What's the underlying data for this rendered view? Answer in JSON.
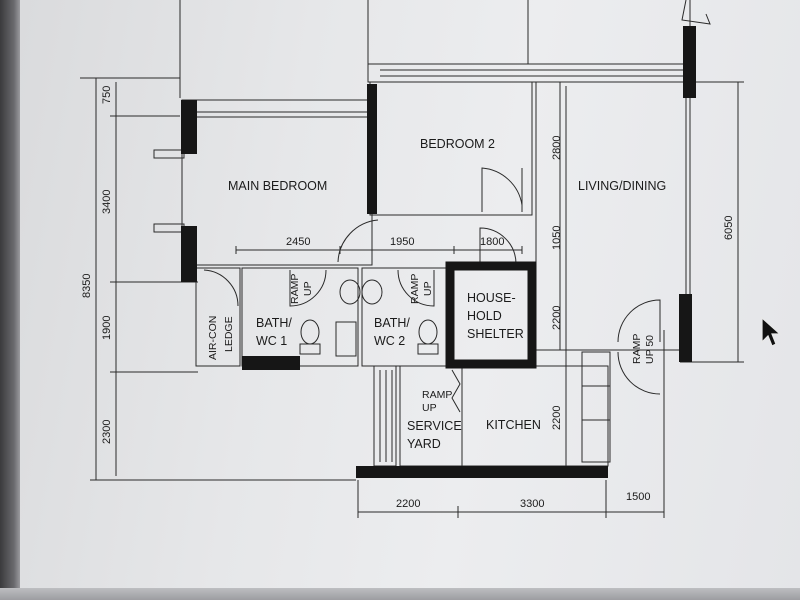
{
  "plan": {
    "rooms": {
      "main_bedroom": "MAIN BEDROOM",
      "bedroom_2": "BEDROOM 2",
      "living_dining": "LIVING/DINING",
      "household_shelter": [
        "HOUSE-",
        "HOLD",
        "SHELTER"
      ],
      "bath_wc_1": [
        "BATH/",
        "WC 1"
      ],
      "bath_wc_2": [
        "BATH/",
        "WC 2"
      ],
      "aircon_ledge": [
        "AIR-CON",
        "LEDGE"
      ],
      "service_yard": [
        "RAMP",
        "UP",
        "SERVICE",
        "YARD"
      ],
      "kitchen": "KITCHEN"
    },
    "ramps": {
      "ramp_wc1": [
        "RAMP",
        "UP"
      ],
      "ramp_wc2": [
        "RAMP",
        "UP"
      ],
      "ramp_entry": [
        "RAMP",
        "UP 50"
      ]
    },
    "dimensions": {
      "left_overall": "8350",
      "left_750": "750",
      "left_3400": "3400",
      "left_1900": "1900",
      "left_2300": "2300",
      "top_2450": "2450",
      "top_1950": "1950",
      "top_1800": "1800",
      "mid_2800": "2800",
      "mid_1050": "1050",
      "mid_2200_a": "2200",
      "mid_2200_b": "2200",
      "right_6050": "6050",
      "bottom_2200": "2200",
      "bottom_3300": "3300",
      "bottom_1500": "1500"
    }
  }
}
